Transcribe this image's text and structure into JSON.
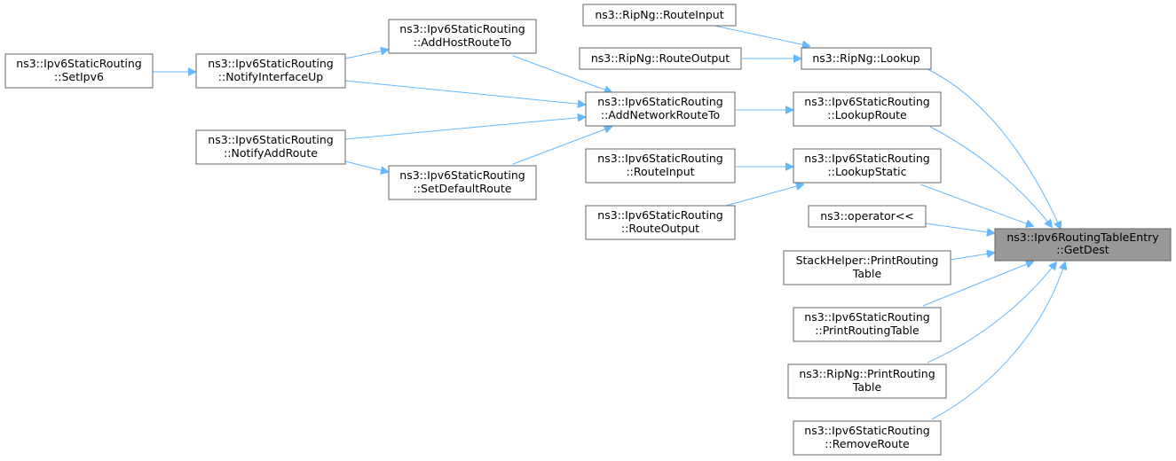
{
  "colors": {
    "edge": "#63b8ff",
    "node_border": "#666666",
    "node_fill": "#ffffff",
    "focus_fill": "#999999"
  },
  "nodes": [
    {
      "id": "getdest",
      "lines": [
        "ns3::Ipv6RoutingTableEntry",
        "::GetDest"
      ],
      "focus": true
    },
    {
      "id": "ripng_lookup",
      "lines": [
        "ns3::RipNg::Lookup"
      ]
    },
    {
      "id": "ripng_routeinput",
      "lines": [
        "ns3::RipNg::RouteInput"
      ]
    },
    {
      "id": "ripng_routeoutput",
      "lines": [
        "ns3::RipNg::RouteOutput"
      ]
    },
    {
      "id": "sr_lookuproute",
      "lines": [
        "ns3::Ipv6StaticRouting",
        "::LookupRoute"
      ]
    },
    {
      "id": "sr_addnetworkrouteto",
      "lines": [
        "ns3::Ipv6StaticRouting",
        "::AddNetworkRouteTo"
      ]
    },
    {
      "id": "sr_addhostrouteto",
      "lines": [
        "ns3::Ipv6StaticRouting",
        "::AddHostRouteTo"
      ]
    },
    {
      "id": "sr_notifyinterfaceup",
      "lines": [
        "ns3::Ipv6StaticRouting",
        "::NotifyInterfaceUp"
      ]
    },
    {
      "id": "sr_setipv6",
      "lines": [
        "ns3::Ipv6StaticRouting",
        "::SetIpv6"
      ]
    },
    {
      "id": "sr_notifyaddroute",
      "lines": [
        "ns3::Ipv6StaticRouting",
        "::NotifyAddRoute"
      ]
    },
    {
      "id": "sr_setdefaultroute",
      "lines": [
        "ns3::Ipv6StaticRouting",
        "::SetDefaultRoute"
      ]
    },
    {
      "id": "sr_lookupstatic",
      "lines": [
        "ns3::Ipv6StaticRouting",
        "::LookupStatic"
      ]
    },
    {
      "id": "sr_routeinput",
      "lines": [
        "ns3::Ipv6StaticRouting",
        "::RouteInput"
      ]
    },
    {
      "id": "sr_routeoutput",
      "lines": [
        "ns3::Ipv6StaticRouting",
        "::RouteOutput"
      ]
    },
    {
      "id": "operator_ll",
      "lines": [
        "ns3::operator<<"
      ]
    },
    {
      "id": "stackhelper_print",
      "lines": [
        "StackHelper::PrintRouting",
        "Table"
      ]
    },
    {
      "id": "sr_printroutingtable",
      "lines": [
        "ns3::Ipv6StaticRouting",
        "::PrintRoutingTable"
      ]
    },
    {
      "id": "ripng_printrouting",
      "lines": [
        "ns3::RipNg::PrintRouting",
        "Table"
      ]
    },
    {
      "id": "sr_removeroute",
      "lines": [
        "ns3::Ipv6StaticRouting",
        "::RemoveRoute"
      ]
    }
  ],
  "edges": [
    {
      "from": "ripng_routeinput",
      "to": "ripng_lookup"
    },
    {
      "from": "ripng_routeoutput",
      "to": "ripng_lookup"
    },
    {
      "from": "ripng_lookup",
      "to": "getdest"
    },
    {
      "from": "sr_setipv6",
      "to": "sr_notifyinterfaceup"
    },
    {
      "from": "sr_notifyinterfaceup",
      "to": "sr_addhostrouteto"
    },
    {
      "from": "sr_notifyinterfaceup",
      "to": "sr_addnetworkrouteto"
    },
    {
      "from": "sr_addhostrouteto",
      "to": "sr_addnetworkrouteto"
    },
    {
      "from": "sr_notifyaddroute",
      "to": "sr_addnetworkrouteto"
    },
    {
      "from": "sr_notifyaddroute",
      "to": "sr_setdefaultroute"
    },
    {
      "from": "sr_setdefaultroute",
      "to": "sr_addnetworkrouteto"
    },
    {
      "from": "sr_addnetworkrouteto",
      "to": "sr_lookuproute"
    },
    {
      "from": "sr_lookuproute",
      "to": "getdest"
    },
    {
      "from": "sr_routeinput",
      "to": "sr_lookupstatic"
    },
    {
      "from": "sr_routeoutput",
      "to": "sr_lookupstatic"
    },
    {
      "from": "sr_lookupstatic",
      "to": "getdest"
    },
    {
      "from": "operator_ll",
      "to": "getdest"
    },
    {
      "from": "stackhelper_print",
      "to": "getdest"
    },
    {
      "from": "sr_printroutingtable",
      "to": "getdest"
    },
    {
      "from": "ripng_printrouting",
      "to": "getdest"
    },
    {
      "from": "sr_removeroute",
      "to": "getdest"
    }
  ]
}
